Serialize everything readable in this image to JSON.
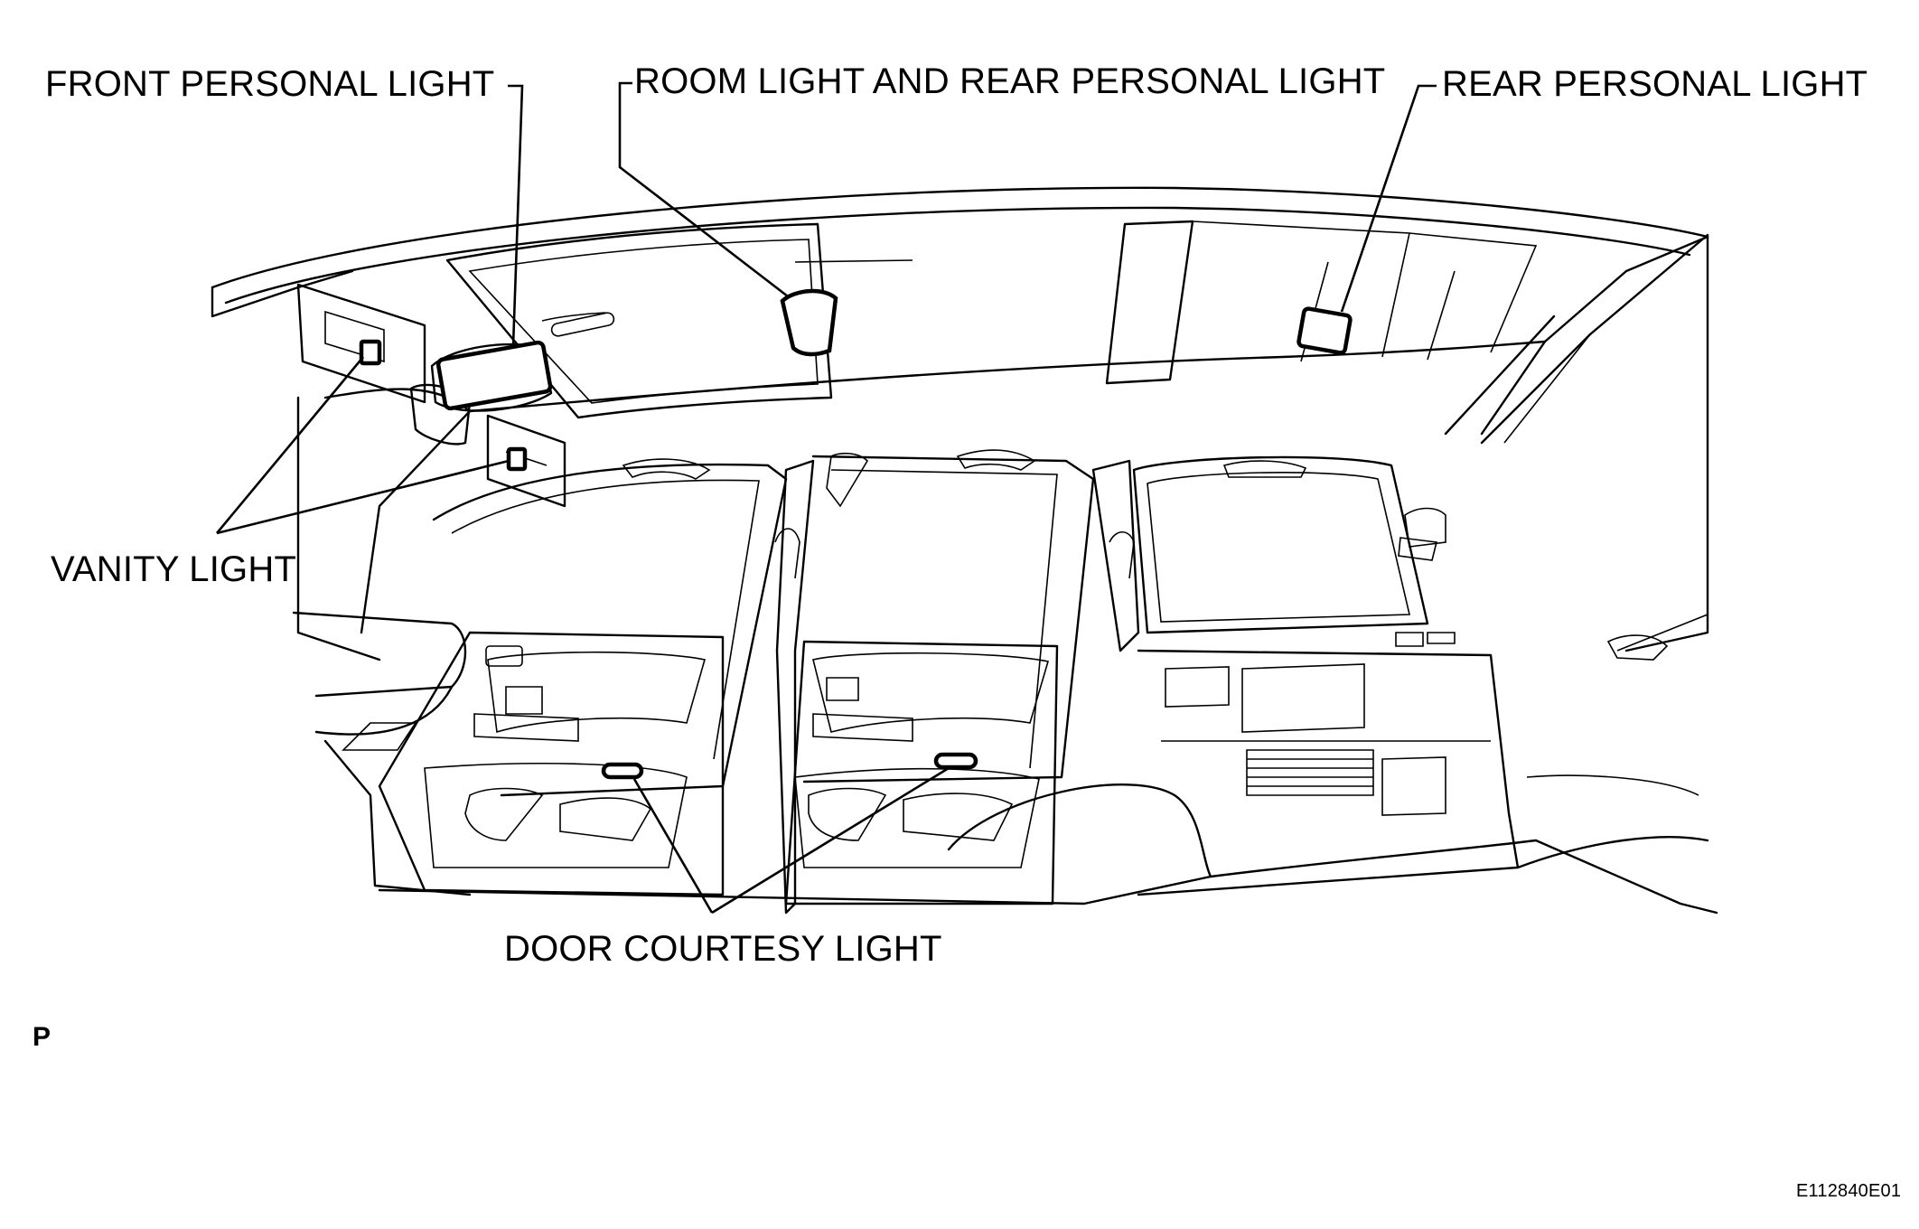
{
  "callouts": {
    "front_personal_light": "FRONT PERSONAL LIGHT",
    "room_and_rear_personal_light": "ROOM LIGHT AND REAR PERSONAL LIGHT",
    "rear_personal_light": "REAR PERSONAL LIGHT",
    "vanity_light": "VANITY LIGHT",
    "door_courtesy_light": "DOOR COURTESY LIGHT"
  },
  "view_marker": "P",
  "figure_code": "E112840E01"
}
